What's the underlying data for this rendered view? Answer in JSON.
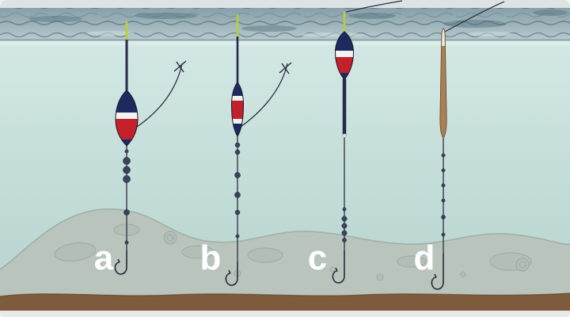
{
  "figure": {
    "description": "Underwater diagram of four float-fishing rigs shown side by side above a stony lake bed, labelled a, b, c and d",
    "labels": {
      "a": "a",
      "b": "b",
      "c": "c",
      "d": "d"
    },
    "rigs": [
      {
        "label": "a",
        "float_type": "bodied-antenna-float",
        "features": "red/white/blue teardrop body under surface, bulk shot cluster below float, single dropper shot, hook near bottom, line running up to rod"
      },
      {
        "label": "b",
        "float_type": "stick-float",
        "features": "slim banded red/white/blue body, shot spaced evenly down the line, hook near bottom, line running up to rod"
      },
      {
        "label": "c",
        "float_type": "egg-bodied-waggler",
        "features": "egg body right at surface with long dark stem, shot bulked just above hook, line to surface"
      },
      {
        "label": "d",
        "float_type": "quill-float",
        "features": "plain tapered quill, small shot evenly spaced down the line, hook near bottom, line to surface"
      }
    ],
    "colors": {
      "surface_water": "#9db3ba",
      "underwater": "#c2dcd8",
      "seabed": "#b9c4bc",
      "mud": "#7e5b3d",
      "float_red": "#c3202a",
      "float_blue": "#1e2a5e",
      "float_white": "#f2f2f2",
      "float_stem": "#232a4d",
      "antenna_green": "#b9cf35",
      "quill_brown": "#a97f53",
      "quill_tip": "#eae5d8",
      "line": "#2b3140",
      "label_text": "#ffffff"
    }
  }
}
